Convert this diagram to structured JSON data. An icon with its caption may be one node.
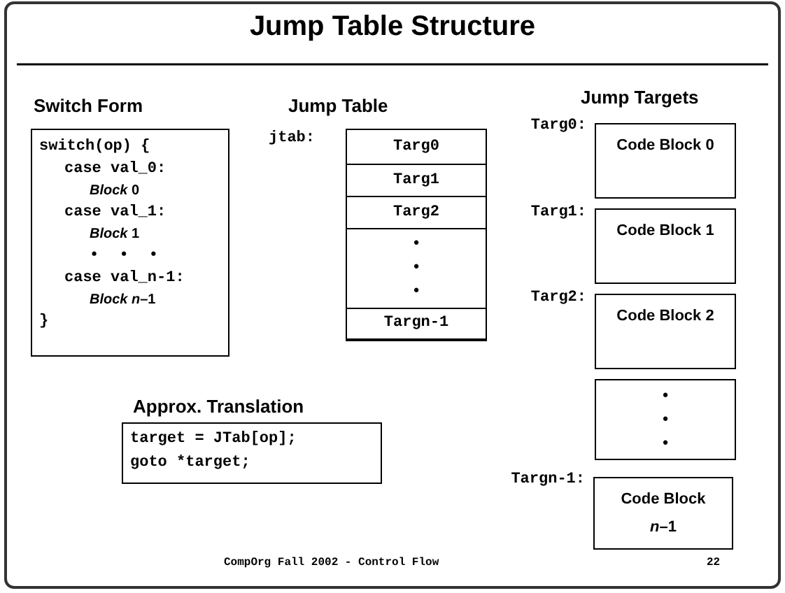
{
  "diagram": {
    "title": "Jump Table Structure",
    "nodes": [
      {
        "text": [
          "Switch Form",
          "switch(op) {",
          "case val_0:",
          "*Block* 0",
          "case val_1:",
          "*Block* 1",
          "• • •",
          "case val_n-1:",
          "*Block n*–1",
          "}"
        ]
      },
      {
        "text": [
          "Jump Table"
        ],
        "beside": [
          "jtab:"
        ]
      },
      {
        "text": [
          "Targ0"
        ],
        "in": 1
      },
      {
        "text": [
          "Targ1"
        ],
        "in": 1
      },
      {
        "text": [
          "Targ2"
        ],
        "in": 1
      },
      {
        "text": [
          "• • •"
        ],
        "in": 1
      },
      {
        "text": [
          "Targn-1"
        ],
        "in": 1
      },
      {
        "text": [
          "Code Block 0"
        ],
        "beside": [
          "Targ0:"
        ]
      },
      {
        "text": [
          "Code Block 1"
        ],
        "beside": [
          "Targ1:"
        ]
      },
      {
        "text": [
          "Code Block 2"
        ],
        "beside": [
          "Targ2:"
        ]
      },
      {
        "text": [
          "• • •"
        ]
      },
      {
        "text": [
          "Code Block *n*–1"
        ],
        "beside": [
          "Targn-1:"
        ]
      },
      {
        "text": [
          "Approx. Translation",
          "target = JTab[op];",
          "goto *target;"
        ]
      }
    ],
    "edges": [],
    "labels": [
      "Jump Targets",
      "CompOrg Fall 2002 - Control Flow",
      "22"
    ]
  }
}
